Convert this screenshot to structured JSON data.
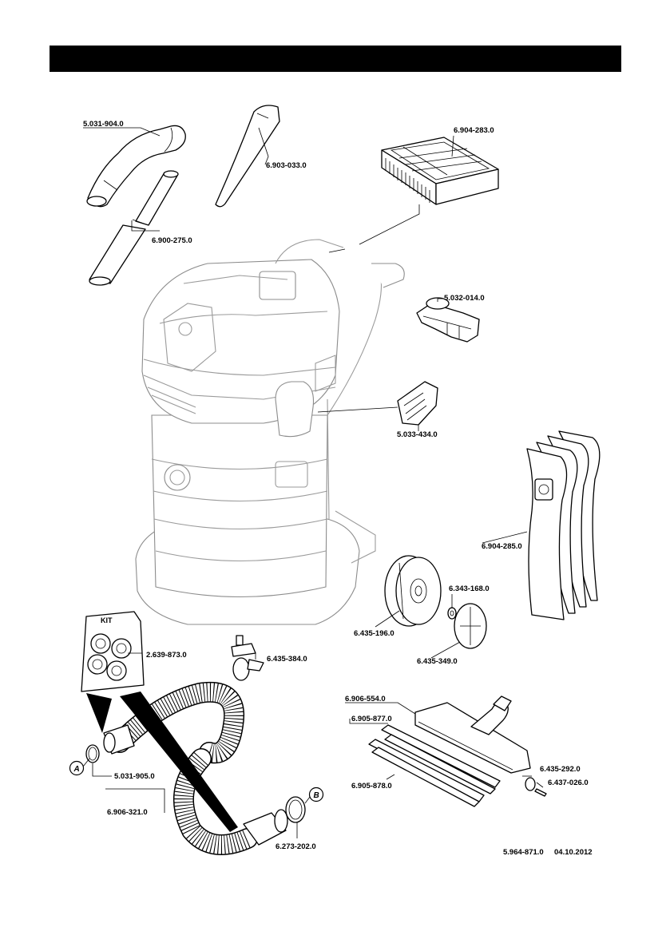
{
  "header": {
    "title": ""
  },
  "parts": {
    "p1": "5.031-904.0",
    "p2": "6.903-033.0",
    "p3": "6.904-283.0",
    "p4": "6.900-275.0",
    "p5": "5.032-014.0",
    "p6": "5.033-434.0",
    "p7": "6.904-285.0",
    "p8": "6.343-168.0",
    "p9": "6.435-196.0",
    "p10": "6.435-349.0",
    "p11": "2.639-873.0",
    "p12": "6.435-384.0",
    "p13": "6.906-554.0",
    "p14": "6.905-877.0",
    "p15": "6.435-292.0",
    "p16": "6.437-026.0",
    "p17": "6.905-878.0",
    "p18": "5.031-905.0",
    "p19": "6.906-321.0",
    "p20": "6.273-202.0"
  },
  "kit_label": "KIT",
  "markers": {
    "a": "A",
    "b": "B"
  },
  "footer": {
    "doc_number": "5.964-871.0",
    "date": "04.10.2012"
  }
}
